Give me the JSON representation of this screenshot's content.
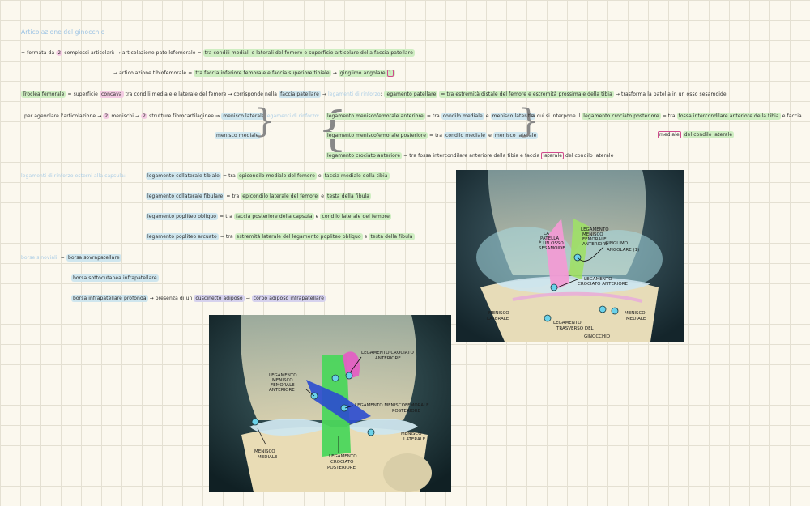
{
  "title": "Articolazione del ginocchio",
  "formata": {
    "pre": "= formata da",
    "num": "2",
    "post": "complessi articolari:"
  },
  "pf": {
    "name": "articolazione patellofemorale",
    "text": "tra condili mediali e laterali del femore e superficie articolare della faccia patellare"
  },
  "tf": {
    "name": "articolazione tibiofemorale",
    "text": "tra faccia inferiore femorale e faccia superiore tibiale",
    "arrow_word": "ginglimo angolare",
    "num": "1"
  },
  "troclea": {
    "name": "Troclea femorale",
    "pre": "= superficie",
    "hl": "concava",
    "mid": "tra condili mediale e laterale del femore → corrisponde nella",
    "face": "faccia patellare",
    "faint": "legamenti di rinforzo",
    "lig": "legamento patellare",
    "lig_text": "= tra estremità distale del femore e estremità prossimale della tibia",
    "tail": "→ trasforma la patella in un osso sesamoide"
  },
  "menisci": {
    "pre": "per agevolare l'articolazione →",
    "n1": "2",
    "mid": "menischi →",
    "n2": "2",
    "post": "strutture fibrocartilaginee ⇒",
    "lat": "menisco laterale",
    "med": "menisco mediale"
  },
  "rinforzo": {
    "label": "legamenti di rinforzo:"
  },
  "lma": {
    "name": "legamento meniscofemorale anteriore",
    "pre": "= tra",
    "a": "condilo mediale",
    "and": "e",
    "b": "menisco laterale"
  },
  "lmp": {
    "name": "legamento meniscofemorale posteriore",
    "pre": "= tra",
    "a": "condilo mediale",
    "and": "e",
    "b": "menisco laterale"
  },
  "lca": {
    "name": "legamento crociato anteriore",
    "pre": "= tra fossa intercondilare anteriore della tibia e faccia",
    "box": "laterale",
    "post": "del condilo laterale"
  },
  "lcp": {
    "pre": "tra cui si interpone il",
    "name": "legamento crociato posteriore",
    "mid": "= tra",
    "a": "fossa intercondilare anteriore della tibia",
    "post": "e faccia",
    "box": "mediale",
    "b": "del condilo laterale"
  },
  "capsula": {
    "label": "legamenti di rinforzo esterni alla capsula:"
  },
  "lcoll_t": {
    "name": "legamento collaterale tibiale",
    "pre": "= tra",
    "a": "epicondilo mediale del femore",
    "and": "e",
    "b": "faccia mediale della tibia"
  },
  "lcoll_f": {
    "name": "legamento collaterale fibulare",
    "pre": "= tra",
    "a": "epicondilo laterale del femore",
    "and": "e",
    "b": "testa della fibula"
  },
  "lpo": {
    "name": "legamento popliteo obliquo",
    "pre": "= tra",
    "a": "faccia posteriore della capsula",
    "and": "e",
    "b": "condilo laterale del femore"
  },
  "lpa": {
    "name": "legamento popliteo arcuato",
    "pre": "= tra",
    "a": "estremità laterale del legamento popliteo obliquo",
    "and": "e",
    "b": "testa della fibula"
  },
  "borse": {
    "label": "borse sinoviali:",
    "b1": "borsa sovrapatellare",
    "b2": "borsa sottocutanea infrapatellare",
    "b3": "borsa infrapatellare profonda",
    "b3_mid": "→ presenza di un",
    "b3_hl": "cuscinetto adiposo",
    "b3_end": "corpo adiposo infrapatellare"
  },
  "img1": {
    "labels": {
      "ginglimo": "GINGLIMO",
      "angolare": "ANGOLARE (1)",
      "lmfa": [
        "LEGAMENTO",
        "MENISCO",
        "FEMORALE",
        "ANTERIORE"
      ],
      "sesa": [
        "LA",
        "PATELLA",
        "È UN OSSO",
        "SESAMOIDE"
      ],
      "lca": [
        "LEGAMENTO",
        "CROCIATO ANTERIORE"
      ],
      "mlat": [
        "MENISCO",
        "LATERALE"
      ],
      "mmed": [
        "MENISCO",
        "MEDIALE"
      ],
      "ltg": [
        "LEGAMENTO",
        "TRASVERSO DEL",
        "GINOCCHIO"
      ]
    }
  },
  "img2": {
    "labels": {
      "lca": [
        "LEGAMENTO CROCIATO",
        "ANTERIORE"
      ],
      "lmfa": [
        "LEGAMENTO",
        "MENISCO",
        "FEMORALE",
        "ANTERIORE"
      ],
      "lmfp": [
        "LEGAMENTO MENISCOFEMORALE",
        "POSTERIORE"
      ],
      "mmed": [
        "MENISCO",
        "MEDIALE"
      ],
      "mlat": [
        "MENISCO",
        "LATERALE"
      ],
      "lcp": [
        "LEGAMENTO",
        "CROCIATO",
        "POSTERIORE"
      ]
    }
  },
  "colors": {
    "green": "#cfeec2",
    "blue": "#cfe6ee",
    "pink": "#f3cbe2",
    "violet": "#d6d2ee",
    "title": "#9cc3e4"
  }
}
